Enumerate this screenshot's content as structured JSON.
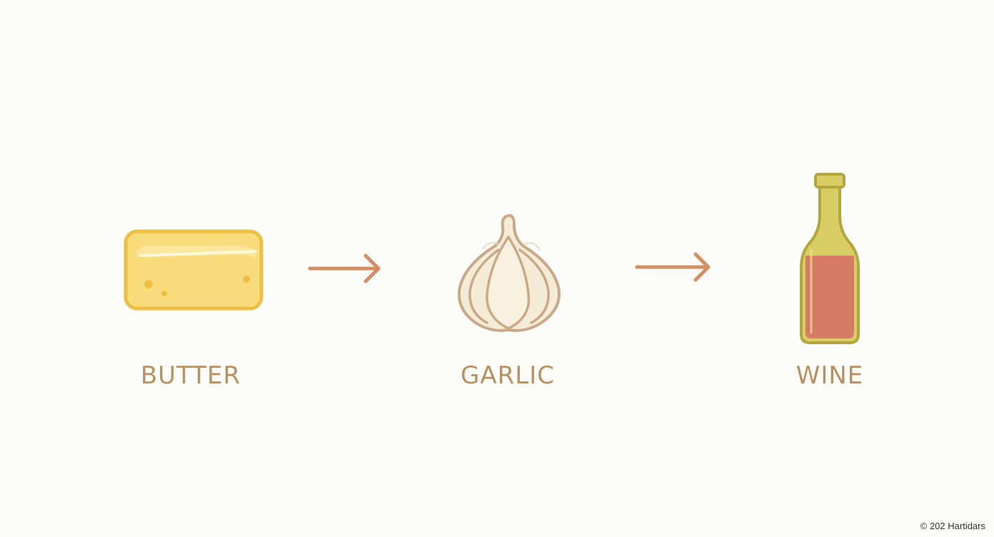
{
  "colors": {
    "label": "#b8915e",
    "arrow": "#d58e60",
    "butter_fill": "#f8db7a",
    "butter_stroke": "#ecc043",
    "garlic_fill": "#f5ecd7",
    "garlic_stroke": "#caa988",
    "wine_liquid": "#d67c66",
    "wine_glass": "#d9cd66",
    "wine_stroke": "#b4a63c"
  },
  "steps": [
    {
      "label": "BUTTER",
      "icon": "butter-icon"
    },
    {
      "label": "GARLIC",
      "icon": "garlic-icon"
    },
    {
      "label": "WINE",
      "icon": "wine-bottle-icon"
    }
  ],
  "arrows": [
    {
      "icon": "arrow-right-icon"
    },
    {
      "icon": "arrow-right-icon"
    }
  ],
  "footer": {
    "copyright": "© 202 Hartidars"
  }
}
